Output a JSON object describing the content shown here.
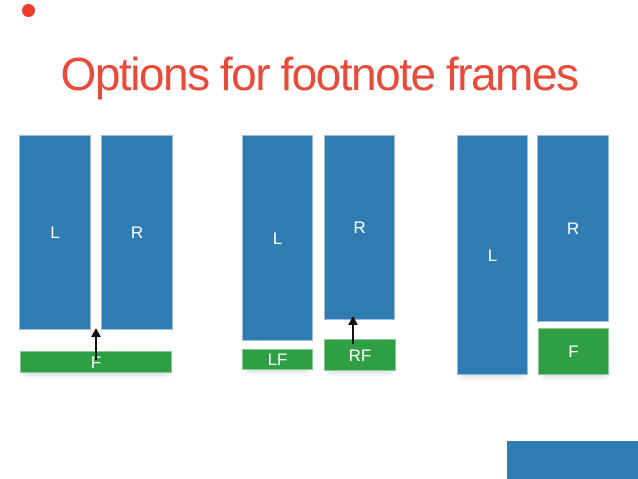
{
  "slide": {
    "title": "Options for footnote frames"
  },
  "colors": {
    "title_red": "#e84b3a",
    "dot_red": "#ee3d2c",
    "frame_blue": "#2e7cb2",
    "frame_blue_border": "#9dbdd9",
    "footnote_green": "#2f9f44",
    "footnote_green_border": "#8cc996",
    "arrow_black": "#111111",
    "bar_blue": "#2e7cb2"
  },
  "diagrams": [
    {
      "id": "full-width-footnote",
      "left_label": "L",
      "right_label": "R",
      "footnote_label": "F"
    },
    {
      "id": "per-column-footnotes",
      "left_label": "L",
      "right_label": "R",
      "left_footnote_label": "LF",
      "right_footnote_label": "RF"
    },
    {
      "id": "right-column-footnote",
      "left_label": "L",
      "right_label": "R",
      "footnote_label": "F"
    }
  ]
}
